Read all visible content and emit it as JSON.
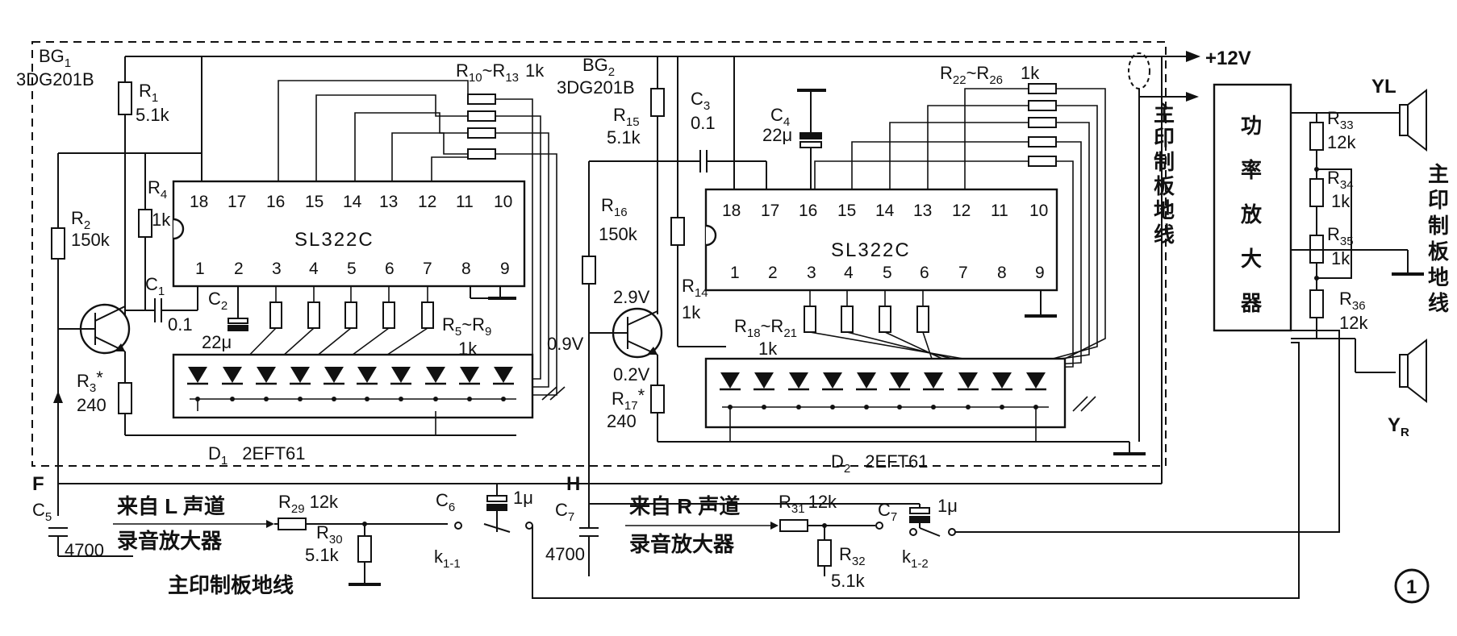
{
  "title_number": "1",
  "supply": "+12V",
  "left_board": {
    "transistor": "BG",
    "transistor_sub": "1",
    "transistor_type": "3DG201B",
    "ic": "SL322C",
    "led": "D",
    "led_sub": "1",
    "led_type": "2EFT61",
    "r1": "R",
    "r1_sub": "1",
    "r1_val": "5.1k",
    "r2": "R",
    "r2_sub": "2",
    "r2_val": "150k",
    "r3": "R",
    "r3_sub": "3",
    "r3_star": "*",
    "r3_val": "240",
    "r4": "R",
    "r4_sub": "4",
    "r4_val": "1k",
    "c1": "C",
    "c1_sub": "1",
    "c1_val": "0.1",
    "c2": "C",
    "c2_sub": "2",
    "c2_val": "22μ",
    "r5_9": "R",
    "r5_9_a": "5",
    "r5_9_sep": "~R",
    "r5_9_b": "9",
    "r5_9_val": "1k",
    "r10_13": "R",
    "r10_13_a": "10",
    "r10_13_sep": "~R",
    "r10_13_b": "13",
    "r10_13_val": "1k"
  },
  "right_board": {
    "transistor": "BG",
    "transistor_sub": "2",
    "transistor_type": "3DG201B",
    "ic": "SL322C",
    "led": "D",
    "led_sub": "2",
    "led_type": "2EFT61",
    "r14": "R",
    "r14_sub": "14",
    "r14_val": "1k",
    "r15": "R",
    "r15_sub": "15",
    "r15_val": "5.1k",
    "r16": "R",
    "r16_sub": "16",
    "r16_val": "150k",
    "r17": "R",
    "r17_sub": "17",
    "r17_star": "*",
    "r17_val": "240",
    "c3": "C",
    "c3_sub": "3",
    "c3_val": "0.1",
    "c4": "C",
    "c4_sub": "4",
    "c4_val": "22μ",
    "v_base": "0.9V",
    "v_coll": "2.9V",
    "v_emit": "0.2V",
    "r18_21": "R",
    "r18_21_a": "18",
    "r18_21_sep": "~R",
    "r18_21_b": "21",
    "r18_21_val": "1k",
    "r22_26": "R",
    "r22_26_a": "22",
    "r22_26_sep": "~R",
    "r22_26_b": "26",
    "r22_26_val": "1k"
  },
  "ic_top_pins": [
    "18",
    "17",
    "16",
    "15",
    "14",
    "13",
    "12",
    "11",
    "10"
  ],
  "ic_bottom_pins": [
    "1",
    "2",
    "3",
    "4",
    "5",
    "6",
    "7",
    "8",
    "9"
  ],
  "input": {
    "node_f": "F",
    "node_h": "H",
    "c5": "C",
    "c5_sub": "5",
    "c5_val": "4700",
    "c7h": "C",
    "c7h_sub": "7",
    "c7h_val": "4700",
    "c6": "C",
    "c6_sub": "6",
    "c6_val": "1μ",
    "c7": "C",
    "c7_sub": "7",
    "c7_val": "1μ",
    "r29": "R",
    "r29_sub": "29",
    "r29_val": "12k",
    "r30": "R",
    "r30_sub": "30",
    "r30_val": "5.1k",
    "r31": "R",
    "r31_sub": "31",
    "r31_val": "12k",
    "r32": "R",
    "r32_sub": "32",
    "r32_val": "5.1k",
    "k1": "k",
    "k1_sub": "1-1",
    "k2": "k",
    "k2_sub": "1-2",
    "left_src_1": "来自 L 声道",
    "left_src_2": "录音放大器",
    "right_src_1": "来自 R 声道",
    "right_src_2": "录音放大器",
    "ground_label": "主印制板地线"
  },
  "amplifier": {
    "label_chars": [
      "功",
      "率",
      "放",
      "大",
      "器"
    ],
    "r33": "R",
    "r33_sub": "33",
    "r33_val": "12k",
    "r34": "R",
    "r34_sub": "34",
    "r34_val": "1k",
    "r35": "R",
    "r35_sub": "35",
    "r35_val": "1k",
    "r36": "R",
    "r36_sub": "36",
    "r36_val": "12k",
    "speaker_l": "YL",
    "speaker_r": "Y",
    "speaker_r_sub": "R",
    "ground_label_chars": [
      "主",
      "印",
      "制",
      "板",
      "地",
      "线"
    ]
  },
  "main_ground_chars": [
    "主",
    "印",
    "制",
    "板",
    "地",
    "线"
  ]
}
